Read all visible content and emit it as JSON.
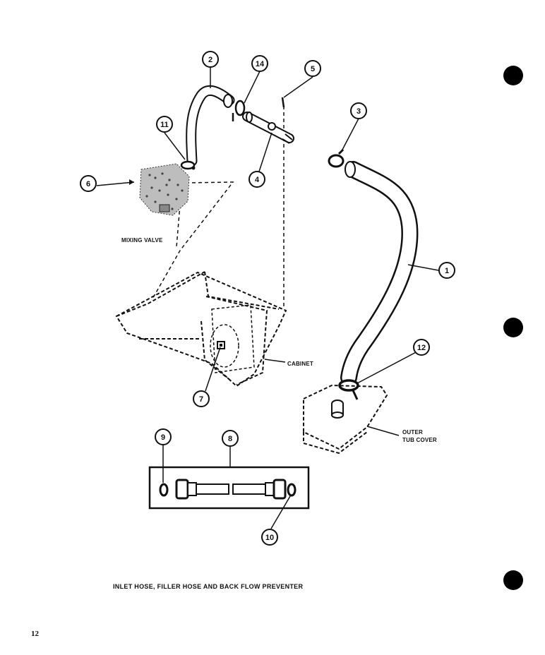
{
  "caption": "INLET HOSE, FILLER HOSE AND BACK FLOW PREVENTER",
  "page_number": "12",
  "labels": {
    "mixing_valve": "MIXING VALVE",
    "cabinet": "CABINET",
    "outer_tub_cover_1": "OUTER",
    "outer_tub_cover_2": "TUB COVER"
  },
  "callouts": [
    "1",
    "2",
    "3",
    "4",
    "5",
    "6",
    "7",
    "8",
    "9",
    "10",
    "11",
    "12",
    "14"
  ]
}
